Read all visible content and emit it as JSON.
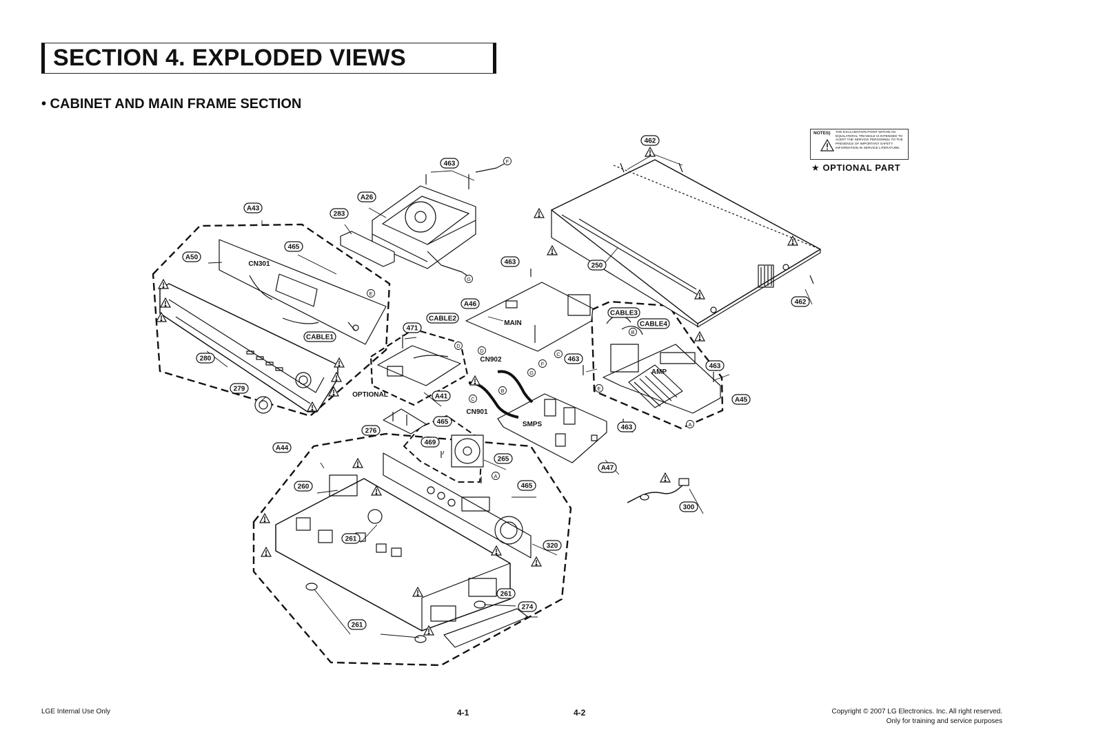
{
  "header": {
    "title": "SECTION 4. EXPLODED VIEWS"
  },
  "subtitle": "• CABINET AND MAIN FRAME SECTION",
  "notes": {
    "label": "NOTES)",
    "text": "THE EXCLAMATION POINT WITHIN AN EQUILATERAL TRIANGLE IS INTENDED TO ALERT THE SERVICE PERSONNEL TO THE PRESENCE OF IMPORTANT SAFETY INFORMATION IN SERVICE LITERATURE.",
    "optional": "★ OPTIONAL PART"
  },
  "footer": {
    "left": "LGE Internal Use Only",
    "page_left": "4-1",
    "page_right": "4-2",
    "copyright": "Copyright © 2007 LG Electronics. Inc. All right reserved.",
    "training": "Only for training and service purposes"
  },
  "callouts": [
    {
      "id": "c462a",
      "label": "462"
    },
    {
      "id": "c463a",
      "label": "463"
    },
    {
      "id": "cA26",
      "label": "A26"
    },
    {
      "id": "cA43",
      "label": "A43"
    },
    {
      "id": "c283",
      "label": "283"
    },
    {
      "id": "c465a",
      "label": "465"
    },
    {
      "id": "cA50",
      "label": "A50"
    },
    {
      "id": "c463b",
      "label": "463"
    },
    {
      "id": "c250",
      "label": "250"
    },
    {
      "id": "c462b",
      "label": "462"
    },
    {
      "id": "cA46",
      "label": "A46"
    },
    {
      "id": "cCABLE2",
      "label": "CABLE2"
    },
    {
      "id": "c471",
      "label": "471"
    },
    {
      "id": "cCABLE1",
      "label": "CABLE1"
    },
    {
      "id": "cCABLE3",
      "label": "CABLE3"
    },
    {
      "id": "cCABLE4",
      "label": "CABLE4"
    },
    {
      "id": "c280",
      "label": "280"
    },
    {
      "id": "c463c",
      "label": "463"
    },
    {
      "id": "c463d",
      "label": "463"
    },
    {
      "id": "c279",
      "label": "279"
    },
    {
      "id": "cA41",
      "label": "A41"
    },
    {
      "id": "cA45",
      "label": "A45"
    },
    {
      "id": "c465b",
      "label": "465"
    },
    {
      "id": "c276",
      "label": "276"
    },
    {
      "id": "c463e",
      "label": "463"
    },
    {
      "id": "c469",
      "label": "469"
    },
    {
      "id": "cA44",
      "label": "A44"
    },
    {
      "id": "c265",
      "label": "265"
    },
    {
      "id": "cA47",
      "label": "A47"
    },
    {
      "id": "c260",
      "label": "260"
    },
    {
      "id": "c465c",
      "label": "465"
    },
    {
      "id": "c300",
      "label": "300"
    },
    {
      "id": "c261a",
      "label": "261"
    },
    {
      "id": "c320",
      "label": "320"
    },
    {
      "id": "c261b",
      "label": "261"
    },
    {
      "id": "c274",
      "label": "274"
    },
    {
      "id": "c261c",
      "label": "261"
    }
  ],
  "plain_labels": [
    {
      "id": "lCN301",
      "label": "CN301"
    },
    {
      "id": "lMAIN",
      "label": "MAIN"
    },
    {
      "id": "lCN902",
      "label": "CN902"
    },
    {
      "id": "lAMP",
      "label": "AMP"
    },
    {
      "id": "lOPTIONAL",
      "label": "OPTIONAL"
    },
    {
      "id": "lCN901",
      "label": "CN901"
    },
    {
      "id": "lSMPS",
      "label": "SMPS"
    }
  ],
  "connector_letters": [
    {
      "id": "F1",
      "label": "F"
    },
    {
      "id": "G1",
      "label": "G"
    },
    {
      "id": "E1",
      "label": "E"
    },
    {
      "id": "D1",
      "label": "D"
    },
    {
      "id": "D2",
      "label": "D"
    },
    {
      "id": "F2",
      "label": "F"
    },
    {
      "id": "C1",
      "label": "C"
    },
    {
      "id": "G2",
      "label": "G"
    },
    {
      "id": "B1",
      "label": "B"
    },
    {
      "id": "E2",
      "label": "E"
    },
    {
      "id": "A1",
      "label": "A"
    },
    {
      "id": "C2",
      "label": "C"
    },
    {
      "id": "B2",
      "label": "B"
    },
    {
      "id": "A2",
      "label": "A"
    }
  ]
}
